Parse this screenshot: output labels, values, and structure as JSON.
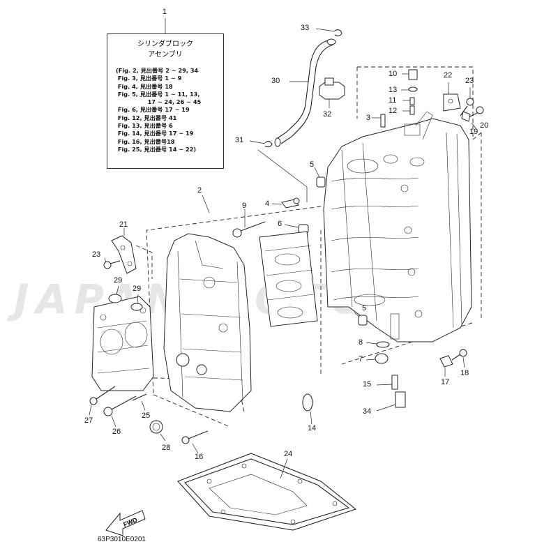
{
  "legend": {
    "title_line1": "シリンダブロック",
    "title_line2": "アセンブリ",
    "refs": [
      "(Fig. 2, 見出番号 2 ~ 29, 34",
      " Fig. 3, 見出番号 1 ~ 9",
      " Fig. 4, 見出番号 18",
      " Fig. 5, 見出番号 1 ~ 11, 13,",
      "                17 ~ 24, 26 ~ 45",
      " Fig. 6, 見出番号 17 ~ 19",
      " Fig. 12, 見出番号 41",
      " Fig. 13, 見出番号 6",
      " Fig. 14, 見出番号 17 ~ 19",
      " Fig. 16, 見出番号18",
      " Fig. 25, 見出番号 14 ~ 22)"
    ]
  },
  "callouts": {
    "n1": "1",
    "n2": "2",
    "n3": "3",
    "n4": "4",
    "n5a": "5",
    "n5b": "5",
    "n6": "6",
    "n7": "7",
    "n8": "8",
    "n9": "9",
    "n10": "10",
    "n11": "11",
    "n12": "12",
    "n13": "13",
    "n14": "14",
    "n15": "15",
    "n16": "16",
    "n17": "17",
    "n18": "18",
    "n19": "19",
    "n20": "20",
    "n21": "21",
    "n22": "22",
    "n23a": "23",
    "n23b": "23",
    "n24": "24",
    "n25": "25",
    "n26": "26",
    "n27": "27",
    "n28": "28",
    "n29a": "29",
    "n29b": "29",
    "n30": "30",
    "n31": "31",
    "n32": "32",
    "n33": "33",
    "n34": "34"
  },
  "fwd_label": "FWD",
  "drawing_code": "63P3010E0201",
  "watermark": "JAPAN MOTOR"
}
